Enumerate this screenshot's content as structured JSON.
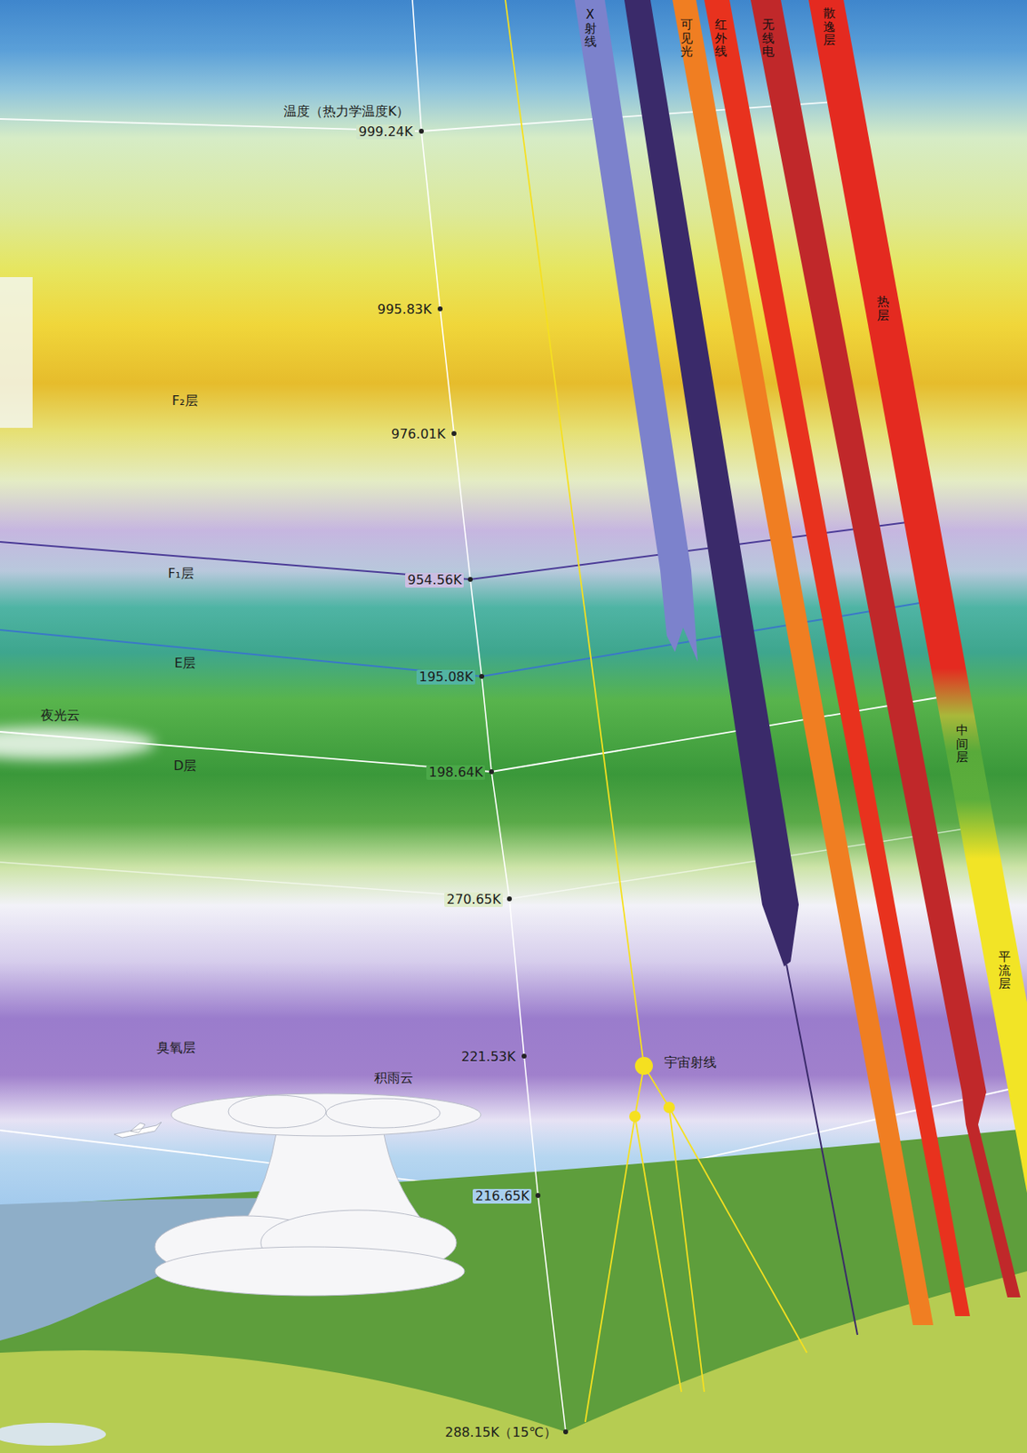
{
  "diagram": {
    "nodes": [
      {
        "text": [
          "X射线"
        ]
      },
      {
        "text": [
          "可见光"
        ]
      },
      {
        "text": [
          "红外线"
        ]
      },
      {
        "text": [
          "无线电"
        ]
      },
      {
        "text": [
          "散逸层",
          "热层",
          "中间层",
          "平流层"
        ]
      }
    ],
    "labels": [
      "温度（热力学温度K）",
      "999.24K",
      "995.83K",
      "F₂层",
      "976.01K",
      "F₁层",
      "954.56K",
      "E层",
      "195.08K",
      "夜光云",
      "D层",
      "198.64K",
      "270.65K",
      "臭氧层",
      "221.53K",
      "宇宙射线",
      "积雨云",
      "216.65K",
      "288.15K（15℃）"
    ]
  }
}
